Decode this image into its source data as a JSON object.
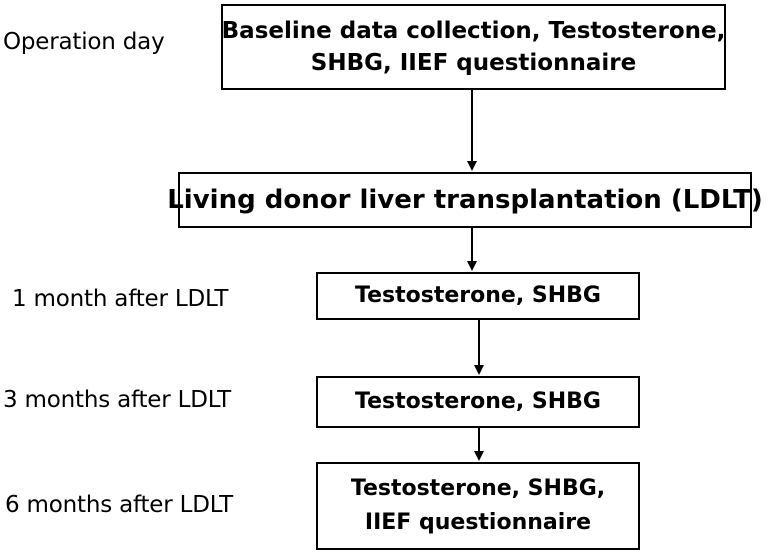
{
  "stages": [
    {
      "label": "Operation day"
    },
    {
      "label": "1 month after LDLT"
    },
    {
      "label": "3 months after LDLT"
    },
    {
      "label": "6 months after LDLT"
    }
  ],
  "boxes": [
    {
      "lines": [
        "Baseline data collection, Testosterone,",
        "SHBG, IIEF questionnaire"
      ]
    },
    {
      "lines": [
        "Living donor liver transplantation (LDLT)"
      ]
    },
    {
      "lines": [
        "Testosterone, SHBG"
      ]
    },
    {
      "lines": [
        "Testosterone, SHBG"
      ]
    },
    {
      "lines": [
        "Testosterone, SHBG,",
        "IIEF questionnaire"
      ]
    }
  ]
}
